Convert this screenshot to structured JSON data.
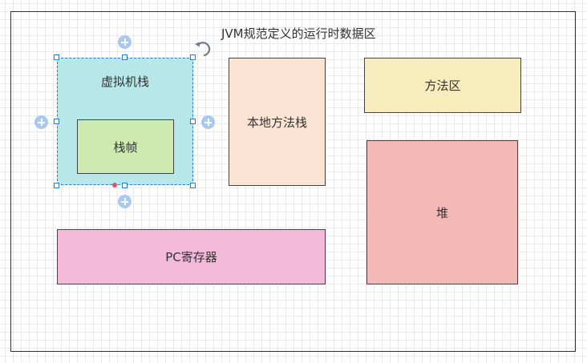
{
  "diagram": {
    "title": "JVM规范定义的运行时数据区",
    "boxes": {
      "vm_stack": "虚拟机栈",
      "stack_frame": "栈帧",
      "native_method_stack": "本地方法栈",
      "method_area": "方法区",
      "heap": "堆",
      "pc_register": "PC寄存器"
    }
  },
  "colors": {
    "vm_stack": "#b6e8ea",
    "stack_frame": "#cdebb0",
    "native_method_stack": "#fbe4d4",
    "method_area": "#f7ecbb",
    "heap": "#f4b9b6",
    "pc_register": "#f5b9d9",
    "selection": "#2a7bbf"
  },
  "icons": {
    "connection_points": "plus-circle-icon",
    "rotate": "rotate-icon",
    "selection_handles": "resize-handle"
  }
}
